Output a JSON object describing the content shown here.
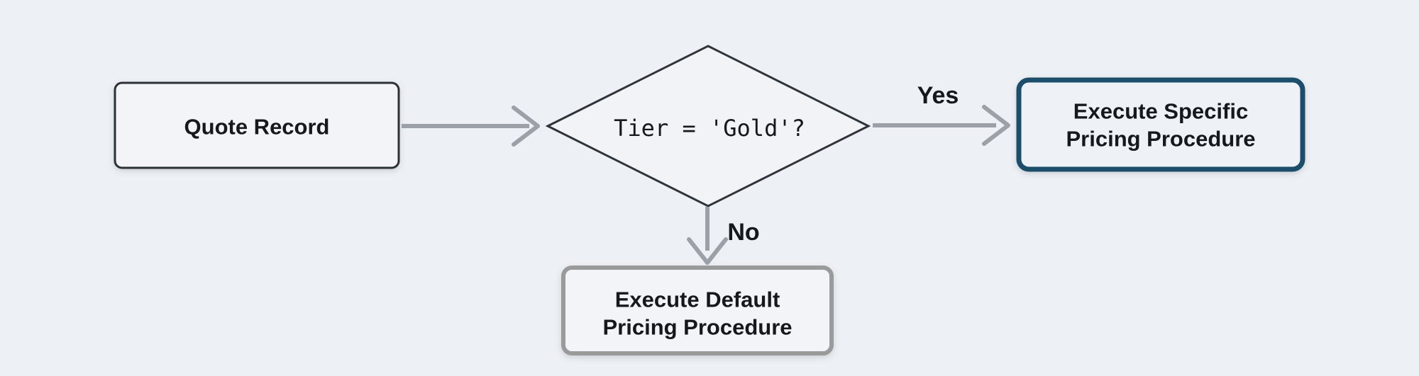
{
  "flowchart": {
    "background_color": "#edf0f4",
    "node_fill_color": "#f2f4f7",
    "arrow_color": "#9ba1a7",
    "text_color": "#15181c",
    "nodes": {
      "quote_record": {
        "label": "Quote Record",
        "border_color": "#2b3037"
      },
      "decision": {
        "label": "Tier = 'Gold'?",
        "border_color": "#2e343b"
      },
      "execute_specific": {
        "line1": "Execute Specific",
        "line2": "Pricing Procedure",
        "border_color": "#1d4e6b"
      },
      "execute_default": {
        "line1": "Execute Default",
        "line2": "Pricing Procedure",
        "border_color": "#9a9a9a"
      }
    },
    "edges": {
      "yes_label": "Yes",
      "no_label": "No"
    }
  }
}
